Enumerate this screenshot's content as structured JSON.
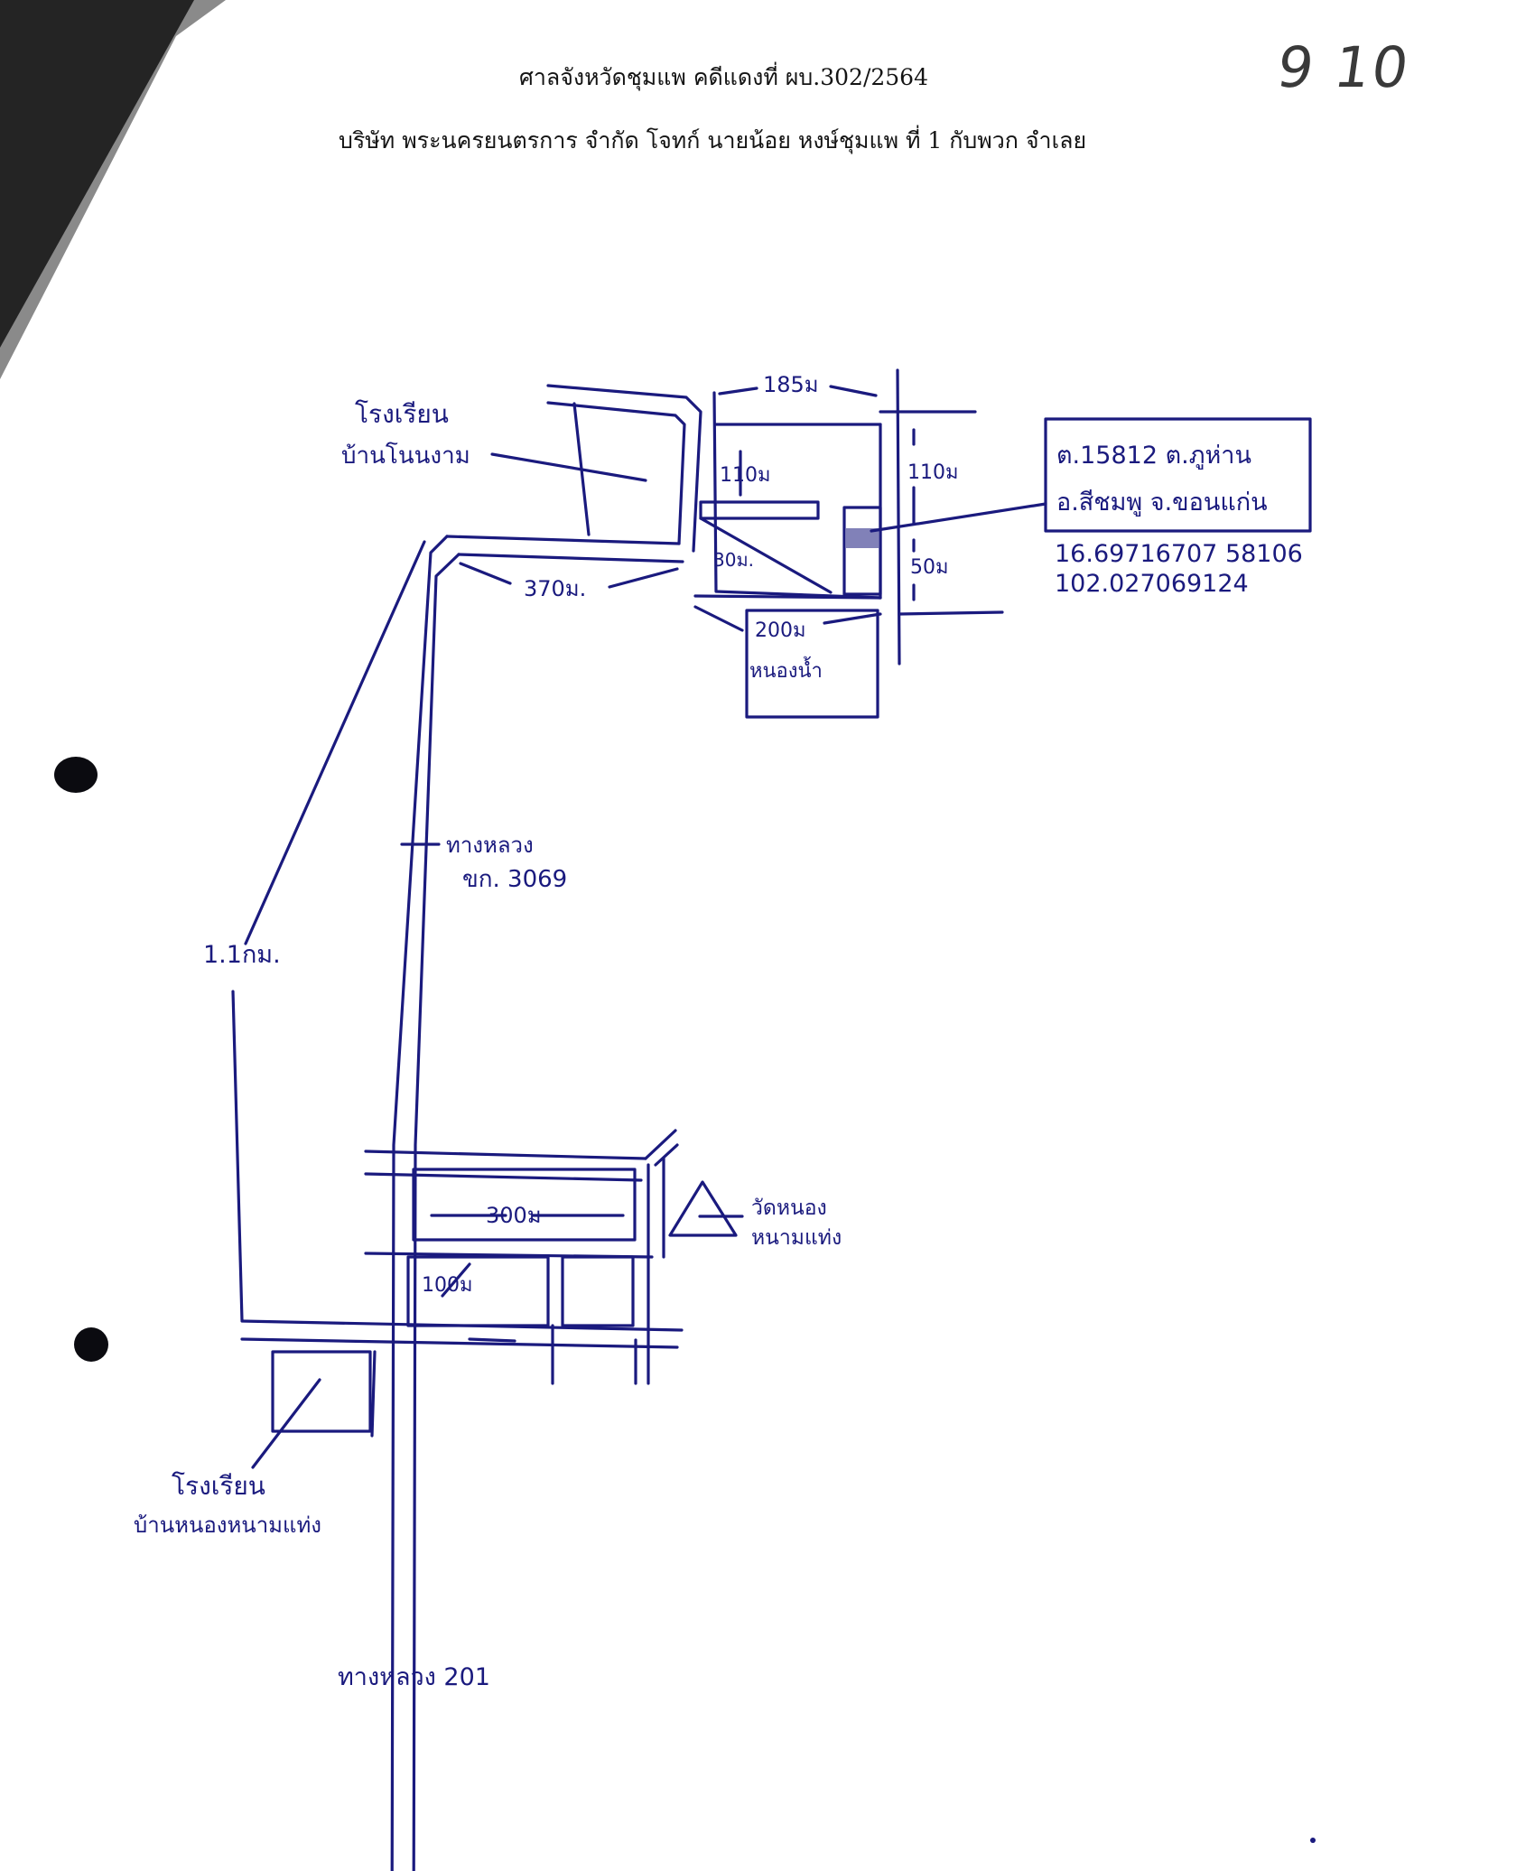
{
  "document": {
    "header_line_1": "ศาลจังหวัดชุมแพ คดีแดงที่ ผบ.302/2564",
    "header_line_2": "บริษัท พระนครยนตรการ จำกัด โจทก์ นายน้อย หงษ์ชุมแพ ที่ 1 กับพวก จำเลย",
    "page_number": "9 10"
  },
  "map": {
    "label_factory_top_1": "โรงเรียน",
    "label_factory_top_2": "บ้านโนนงาม",
    "dist_185": "185ม",
    "dist_110_left": "110ม",
    "dist_110_right": "110ม",
    "dist_30": "30ม.",
    "dist_50": "50ม",
    "dist_370": "370ม.",
    "dist_200_top": "200ม",
    "label_pond": "หนองน้ำ",
    "address_line_1": "ต.15812 ต.ภูห่าน",
    "address_line_2": "อ.สีชมพู จ.ขอนแก่น",
    "coord_lat": "16.69716707 58106",
    "coord_lon": "102.027069124",
    "road_label_1": "ทางหลวง",
    "road_label_2": "ขก. 3069",
    "dist_1_1km": "1.1กม.",
    "dist_300": "300ม",
    "dist_100": "100ม",
    "label_temple_1": "วัดหนอง",
    "label_temple_2": "หนามแท่ง",
    "label_school_bottom_1": "โรงเรียน",
    "label_school_bottom_2": "บ้านหนองหนามแท่ง",
    "label_highway_201": "ทางหลวง 201"
  },
  "colors": {
    "ink": "#1a1a7e",
    "header_text": "#141414"
  }
}
